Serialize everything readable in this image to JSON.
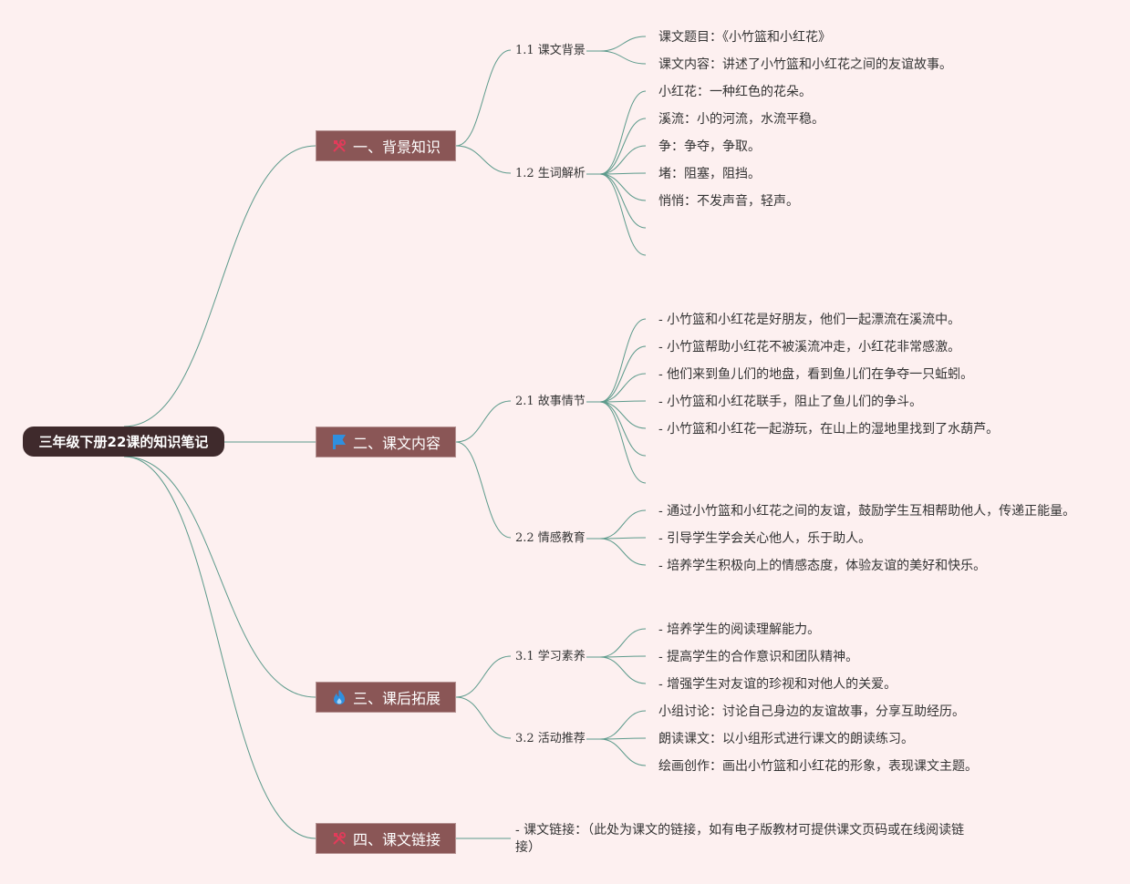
{
  "root": {
    "label": "三年级下册22课的知识笔记"
  },
  "colors": {
    "background": "#fdf0f0",
    "root": "#3f2a2c",
    "branch": "#8a5656",
    "line": "#5c9a8b"
  },
  "branches": [
    {
      "label": "一、背景知识",
      "icon": "tools-icon",
      "subs": [
        {
          "label": "1.1 课文背景",
          "items": [
            "课文题目：《小竹篮和小红花》",
            "课文内容：讲述了小竹篮和小红花之间的友谊故事。"
          ],
          "blank": 0
        },
        {
          "label": "1.2 生词解析",
          "items": [
            "小红花：一种红色的花朵。",
            "溪流：小的河流，水流平稳。",
            "争：争夺，争取。",
            "堵：阻塞，阻挡。",
            "悄悄：不发声音，轻声。"
          ],
          "blank": 2
        }
      ]
    },
    {
      "label": "二、课文内容",
      "icon": "flag-icon",
      "subs": [
        {
          "label": "2.1 故事情节",
          "items": [
            "- 小竹篮和小红花是好朋友，他们一起漂流在溪流中。",
            "- 小竹篮帮助小红花不被溪流冲走，小红花非常感激。",
            "- 他们来到鱼儿们的地盘，看到鱼儿们在争夺一只蚯蚓。",
            "- 小竹篮和小红花联手，阻止了鱼儿们的争斗。",
            "- 小竹篮和小红花一起游玩，在山上的湿地里找到了水葫芦。"
          ],
          "blank": 2
        },
        {
          "label": "2.2 情感教育",
          "items": [
            "- 通过小竹篮和小红花之间的友谊，鼓励学生互相帮助他人，传递正能量。",
            "- 引导学生学会关心他人，乐于助人。",
            "- 培养学生积极向上的情感态度，体验友谊的美好和快乐。"
          ],
          "blank": 0
        }
      ]
    },
    {
      "label": "三、课后拓展",
      "icon": "fire-icon",
      "subs": [
        {
          "label": "3.1 学习素养",
          "items": [
            "- 培养学生的阅读理解能力。",
            "- 提高学生的合作意识和团队精神。",
            "- 增强学生对友谊的珍视和对他人的关爱。"
          ],
          "blank": 0
        },
        {
          "label": "3.2 活动推荐",
          "items": [
            "小组讨论：讨论自己身边的友谊故事，分享互助经历。",
            "朗读课文：以小组形式进行课文的朗读练习。",
            "绘画创作：画出小竹篮和小红花的形象，表现课文主题。"
          ],
          "blank": 0
        }
      ]
    },
    {
      "label": "四、课文链接",
      "icon": "tools-icon",
      "note": "- 课文链接：（此处为课文的链接，如有电子版教材可提供课文页码或在线阅读链接）"
    }
  ]
}
